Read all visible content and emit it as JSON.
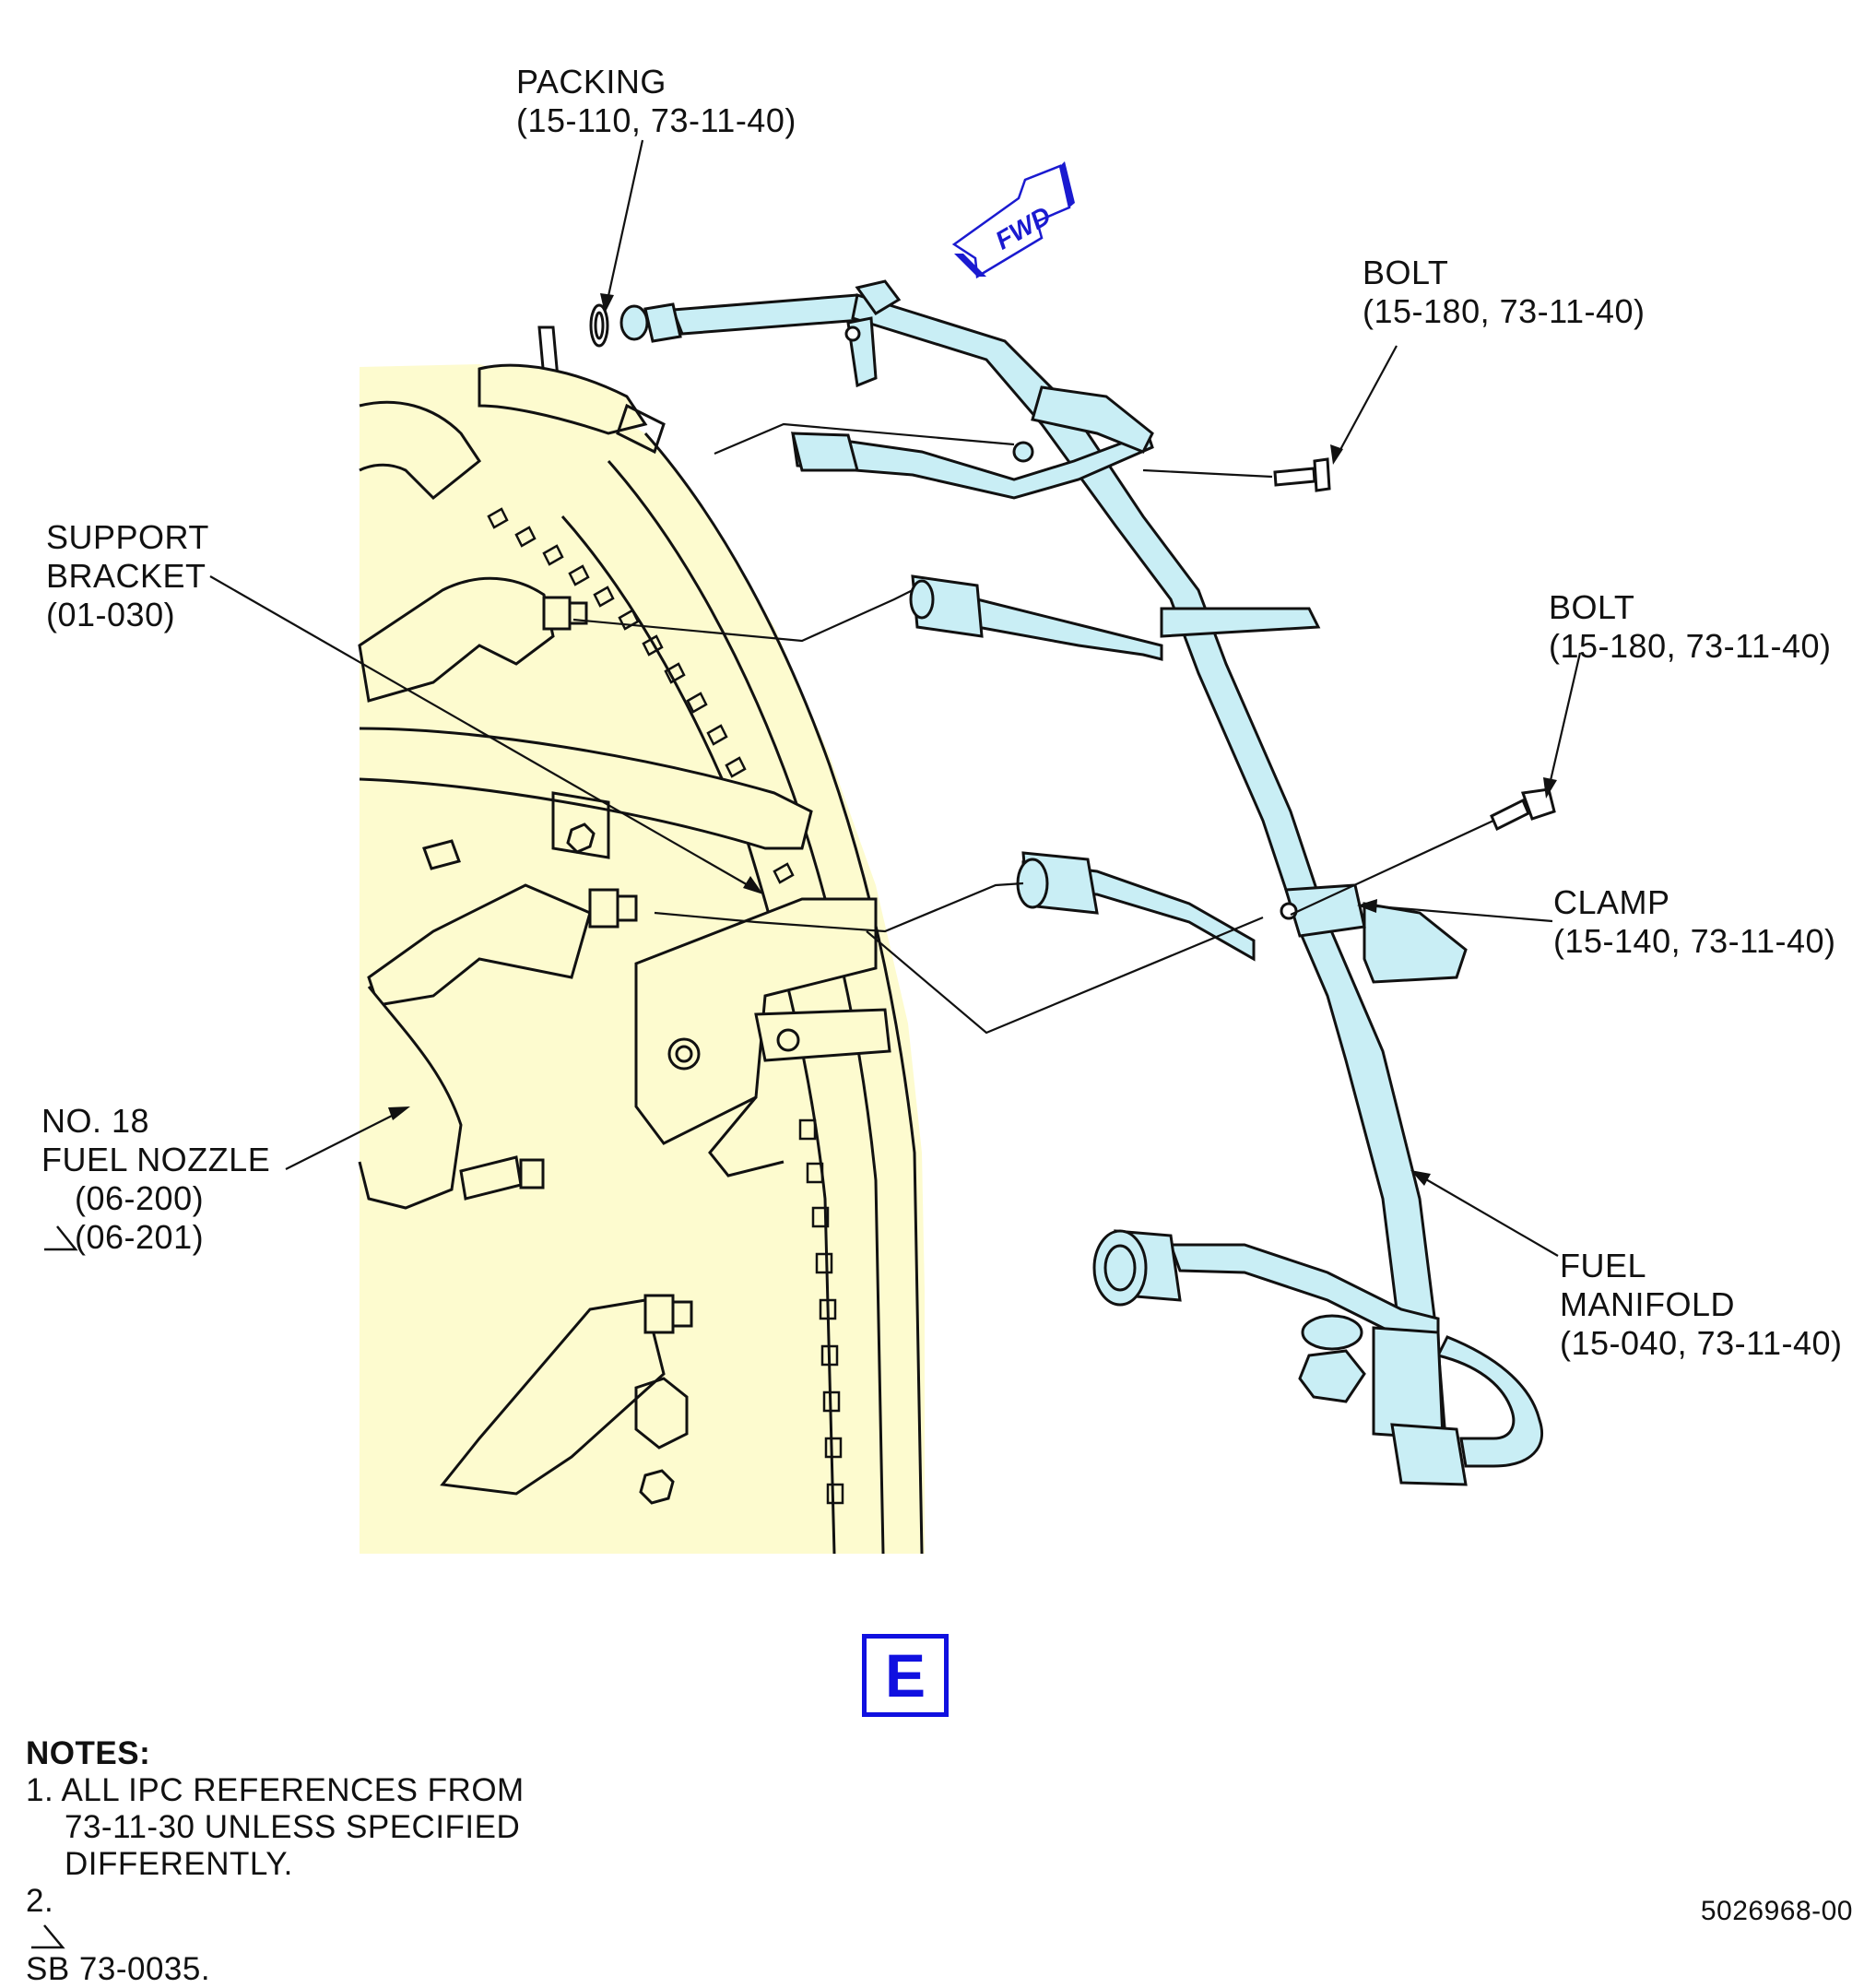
{
  "labels": {
    "packing": {
      "name": "PACKING",
      "ref": "(15-110, 73-11-40)"
    },
    "bolt_upper": {
      "name": "BOLT",
      "ref": "(15-180, 73-11-40)"
    },
    "bolt_lower": {
      "name": "BOLT",
      "ref": "(15-180, 73-11-40)"
    },
    "support_bracket": {
      "line1": "SUPPORT",
      "line2": "BRACKET",
      "ref": "(01-030)"
    },
    "clamp": {
      "name": "CLAMP",
      "ref": "(15-140, 73-11-40)"
    },
    "fuel_nozzle": {
      "line1": "NO. 18",
      "line2": "FUEL NOZZLE",
      "ref1": "(06-200)",
      "ref2": "(06-201)"
    },
    "fuel_manifold": {
      "line1": "FUEL",
      "line2": "MANIFOLD",
      "ref": "(15-040, 73-11-40)"
    }
  },
  "fwd_arrow": {
    "text": "FWD",
    "color": "#1a1ad0"
  },
  "view": {
    "letter": "E",
    "color": "#1010e0"
  },
  "notes": {
    "title": "NOTES:",
    "items": [
      "1. ALL IPC REFERENCES FROM",
      "73-11-30 UNLESS SPECIFIED",
      "DIFFERENTLY.",
      "2.",
      "SB 73-0035."
    ]
  },
  "document_number": "5026968-00",
  "colors": {
    "engine_fill": "#fdfbcf",
    "manifold_fill": "#c9eef5",
    "line": "#111111"
  }
}
